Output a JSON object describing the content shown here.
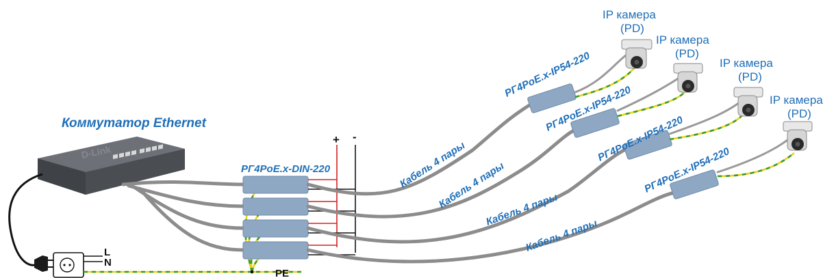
{
  "switch_label": "Коммутатор Ethernet",
  "switch_brand": "D-Link",
  "din_module_label": "РГ4PoE.x-DIN-220",
  "ip54_module_label": "РГ4PoE.x-IP54-220",
  "cable_label": "Кабель 4 пары",
  "camera_label_line1": "IP камера",
  "camera_label_line2": "(PD)",
  "plus_label": "+",
  "minus_label": "-",
  "L_label": "L",
  "N_label": "N",
  "PE_label": "PE",
  "colors": {
    "label_blue": "#1f6fb8",
    "cable_gray": "#8c8c8c",
    "module_blue_gray": "#8ea8c4",
    "dc_positive": "#d42222",
    "dc_negative": "#111111",
    "pe_yellow": "#e6d21a",
    "pe_green": "#3a9a2a"
  }
}
